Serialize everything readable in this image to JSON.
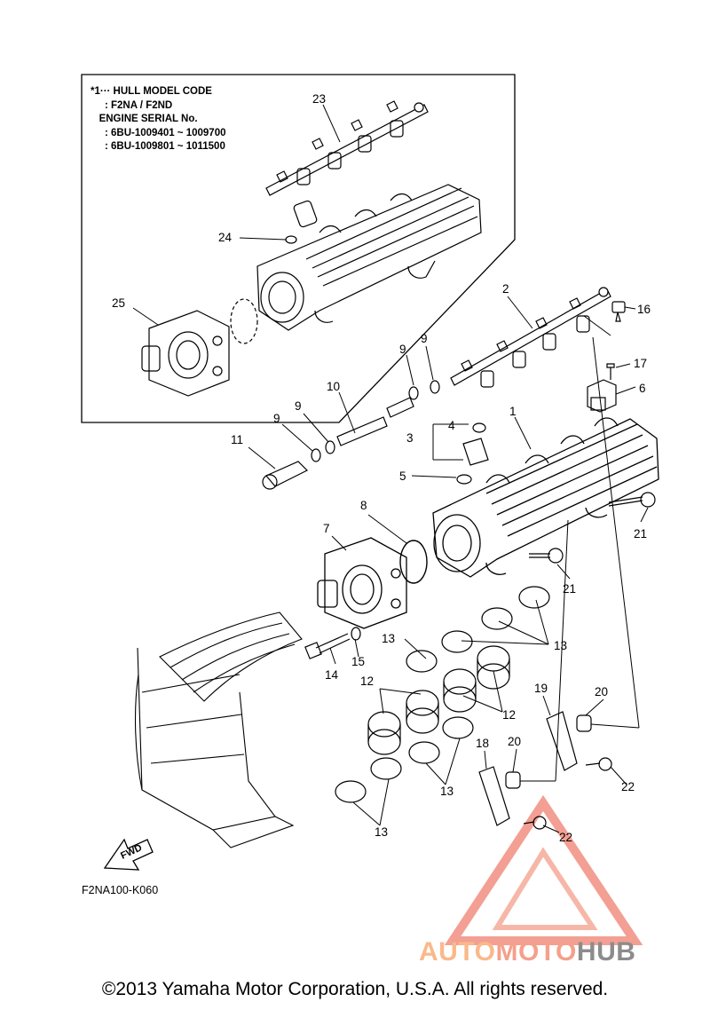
{
  "note": {
    "lines": [
      "*1··· HULL MODEL CODE",
      "     : F2NA / F2ND",
      "   ENGINE SERIAL No.",
      "     : 6BU-1009401 ~ 1009700",
      "     : 6BU-1009801 ~ 1011500"
    ]
  },
  "callouts": [
    {
      "label": "23"
    },
    {
      "label": "24"
    },
    {
      "label": "25"
    },
    {
      "label": "2"
    },
    {
      "label": "16"
    },
    {
      "label": "17"
    },
    {
      "label": "6"
    },
    {
      "label": "9"
    },
    {
      "label": "9"
    },
    {
      "label": "10"
    },
    {
      "label": "9"
    },
    {
      "label": "9"
    },
    {
      "label": "11"
    },
    {
      "label": "1"
    },
    {
      "label": "4"
    },
    {
      "label": "3"
    },
    {
      "label": "5"
    },
    {
      "label": "8"
    },
    {
      "label": "7"
    },
    {
      "label": "21"
    },
    {
      "label": "21"
    },
    {
      "label": "13"
    },
    {
      "label": "13"
    },
    {
      "label": "14"
    },
    {
      "label": "15"
    },
    {
      "label": "12"
    },
    {
      "label": "12"
    },
    {
      "label": "19"
    },
    {
      "label": "20"
    },
    {
      "label": "18"
    },
    {
      "label": "20"
    },
    {
      "label": "22"
    },
    {
      "label": "13"
    },
    {
      "label": "13"
    },
    {
      "label": "22"
    }
  ],
  "fwd_label": "FWD",
  "figure_code": "F2NA100-K060",
  "watermark": {
    "part1": "AUTO",
    "part2": "MOTO",
    "part3": "HUB"
  },
  "copyright": "©2013 Yamaha Motor Corporation, U.S.A. All rights reserved.",
  "colors": {
    "line": "#000000",
    "watermark_red": "#f08070",
    "watermark_orange": "#f9b98a",
    "watermark_gray": "#8c8c8c"
  }
}
